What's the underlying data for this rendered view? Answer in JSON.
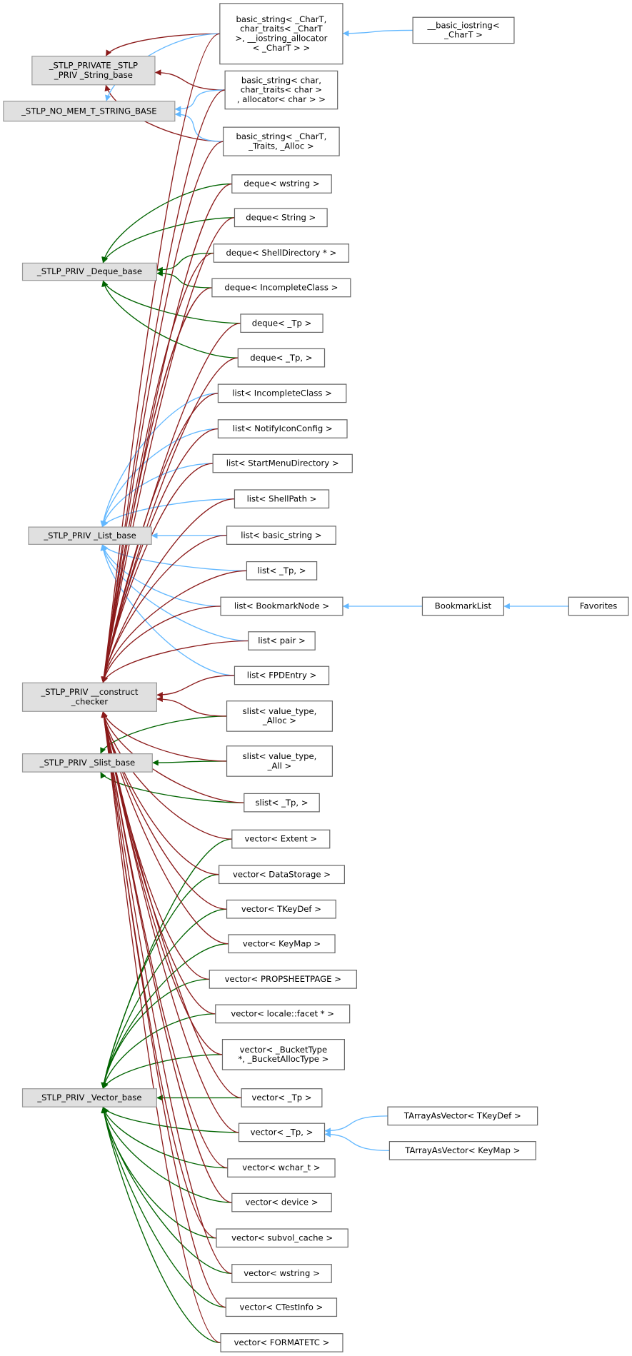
{
  "colors": {
    "public": "#63b8ff",
    "protected": "#006400",
    "private": "#8b1a1a",
    "base_fill": "#e0e0e0",
    "derived_fill": "#ffffff"
  },
  "nodes": [
    {
      "id": "string_base",
      "kind": "base",
      "lines": [
        "_STLP_PRIVATE _STLP",
        "_PRIV _String_base"
      ]
    },
    {
      "id": "nomem",
      "kind": "base",
      "lines": [
        "_STLP_NO_MEM_T_STRING_BASE"
      ]
    },
    {
      "id": "deque_base",
      "kind": "base",
      "lines": [
        "_STLP_PRIV _Deque_base"
      ]
    },
    {
      "id": "list_base",
      "kind": "base",
      "lines": [
        "_STLP_PRIV _List_base"
      ]
    },
    {
      "id": "checker",
      "kind": "base",
      "lines": [
        "_STLP_PRIV __construct",
        "_checker"
      ]
    },
    {
      "id": "slist_base",
      "kind": "base",
      "lines": [
        "_STLP_PRIV _Slist_base"
      ]
    },
    {
      "id": "vector_base",
      "kind": "base",
      "lines": [
        "_STLP_PRIV _Vector_base"
      ]
    },
    {
      "id": "bs1",
      "kind": "derived",
      "lines": [
        "basic_string< _CharT,",
        "char_traits< _CharT",
        ">, __iostring_allocator",
        "< _CharT > >"
      ]
    },
    {
      "id": "iostring",
      "kind": "derived",
      "lines": [
        "__basic_iostring<",
        "_CharT >"
      ]
    },
    {
      "id": "bs2",
      "kind": "derived",
      "lines": [
        "basic_string< char,",
        "char_traits< char >",
        ", allocator< char > >"
      ]
    },
    {
      "id": "bs3",
      "kind": "derived",
      "lines": [
        "basic_string< _CharT,",
        "_Traits, _Alloc >"
      ]
    },
    {
      "id": "dq1",
      "kind": "derived",
      "lines": [
        "deque< wstring >"
      ]
    },
    {
      "id": "dq2",
      "kind": "derived",
      "lines": [
        "deque< String >"
      ]
    },
    {
      "id": "dq3",
      "kind": "derived",
      "lines": [
        "deque< ShellDirectory * >"
      ]
    },
    {
      "id": "dq4",
      "kind": "derived",
      "lines": [
        "deque< IncompleteClass >"
      ]
    },
    {
      "id": "dq5",
      "kind": "derived",
      "lines": [
        "deque< _Tp >"
      ]
    },
    {
      "id": "dq6",
      "kind": "derived",
      "lines": [
        "deque< _Tp, >"
      ]
    },
    {
      "id": "ls1",
      "kind": "derived",
      "lines": [
        "list< IncompleteClass >"
      ]
    },
    {
      "id": "ls2",
      "kind": "derived",
      "lines": [
        "list< NotifyIconConfig >"
      ]
    },
    {
      "id": "ls3",
      "kind": "derived",
      "lines": [
        "list< StartMenuDirectory >"
      ]
    },
    {
      "id": "ls4",
      "kind": "derived",
      "lines": [
        "list< ShellPath >"
      ]
    },
    {
      "id": "ls5",
      "kind": "derived",
      "lines": [
        "list< basic_string >"
      ]
    },
    {
      "id": "ls6",
      "kind": "derived",
      "lines": [
        "list< _Tp, >"
      ]
    },
    {
      "id": "ls7",
      "kind": "derived",
      "lines": [
        "list< BookmarkNode >"
      ]
    },
    {
      "id": "bookmarklist",
      "kind": "derived",
      "lines": [
        "BookmarkList"
      ]
    },
    {
      "id": "favorites",
      "kind": "derived",
      "lines": [
        "Favorites"
      ]
    },
    {
      "id": "ls8",
      "kind": "derived",
      "lines": [
        "list< pair >"
      ]
    },
    {
      "id": "ls9",
      "kind": "derived",
      "lines": [
        "list< FPDEntry >"
      ]
    },
    {
      "id": "sl1",
      "kind": "derived",
      "lines": [
        "slist< value_type,",
        "_Alloc >"
      ]
    },
    {
      "id": "sl2",
      "kind": "derived",
      "lines": [
        "slist< value_type,",
        "_All >"
      ]
    },
    {
      "id": "sl3",
      "kind": "derived",
      "lines": [
        "slist< _Tp, >"
      ]
    },
    {
      "id": "v1",
      "kind": "derived",
      "lines": [
        "vector< Extent >"
      ]
    },
    {
      "id": "v2",
      "kind": "derived",
      "lines": [
        "vector< DataStorage >"
      ]
    },
    {
      "id": "v3",
      "kind": "derived",
      "lines": [
        "vector< TKeyDef >"
      ]
    },
    {
      "id": "v4",
      "kind": "derived",
      "lines": [
        "vector< KeyMap >"
      ]
    },
    {
      "id": "v5",
      "kind": "derived",
      "lines": [
        "vector< PROPSHEETPAGE >"
      ]
    },
    {
      "id": "v6",
      "kind": "derived",
      "lines": [
        "vector< locale::facet * >"
      ]
    },
    {
      "id": "v7",
      "kind": "derived",
      "lines": [
        "vector< _BucketType",
        " *, _BucketAllocType >"
      ]
    },
    {
      "id": "v8",
      "kind": "derived",
      "lines": [
        "vector< _Tp >"
      ]
    },
    {
      "id": "v9",
      "kind": "derived",
      "lines": [
        "vector< _Tp, >"
      ]
    },
    {
      "id": "ta1",
      "kind": "derived",
      "lines": [
        "TArrayAsVector< TKeyDef >"
      ]
    },
    {
      "id": "ta2",
      "kind": "derived",
      "lines": [
        "TArrayAsVector< KeyMap >"
      ]
    },
    {
      "id": "v10",
      "kind": "derived",
      "lines": [
        "vector< wchar_t >"
      ]
    },
    {
      "id": "v11",
      "kind": "derived",
      "lines": [
        "vector< device >"
      ]
    },
    {
      "id": "v12",
      "kind": "derived",
      "lines": [
        "vector< subvol_cache >"
      ]
    },
    {
      "id": "v13",
      "kind": "derived",
      "lines": [
        "vector< wstring >"
      ]
    },
    {
      "id": "v14",
      "kind": "derived",
      "lines": [
        "vector< CTestInfo >"
      ]
    },
    {
      "id": "v15",
      "kind": "derived",
      "lines": [
        "vector< FORMATETC >"
      ]
    }
  ],
  "edges": [
    [
      "bs1",
      "string_base",
      "private"
    ],
    [
      "bs2",
      "string_base",
      "private"
    ],
    [
      "bs3",
      "string_base",
      "private"
    ],
    [
      "bs1",
      "nomem",
      "public"
    ],
    [
      "bs2",
      "nomem",
      "public"
    ],
    [
      "bs3",
      "nomem",
      "public"
    ],
    [
      "iostring",
      "bs1",
      "public"
    ],
    [
      "dq1",
      "deque_base",
      "protected"
    ],
    [
      "dq2",
      "deque_base",
      "protected"
    ],
    [
      "dq3",
      "deque_base",
      "protected"
    ],
    [
      "dq4",
      "deque_base",
      "protected"
    ],
    [
      "dq5",
      "deque_base",
      "protected"
    ],
    [
      "dq6",
      "deque_base",
      "protected"
    ],
    [
      "ls1",
      "list_base",
      "public"
    ],
    [
      "ls2",
      "list_base",
      "public"
    ],
    [
      "ls3",
      "list_base",
      "public"
    ],
    [
      "ls4",
      "list_base",
      "public"
    ],
    [
      "ls5",
      "list_base",
      "public"
    ],
    [
      "ls6",
      "list_base",
      "public"
    ],
    [
      "ls7",
      "list_base",
      "public"
    ],
    [
      "ls8",
      "list_base",
      "public"
    ],
    [
      "ls9",
      "list_base",
      "public"
    ],
    [
      "bookmarklist",
      "ls7",
      "public"
    ],
    [
      "favorites",
      "bookmarklist",
      "public"
    ],
    [
      "sl1",
      "slist_base",
      "protected"
    ],
    [
      "sl2",
      "slist_base",
      "protected"
    ],
    [
      "sl3",
      "slist_base",
      "protected"
    ],
    [
      "v1",
      "vector_base",
      "protected"
    ],
    [
      "v2",
      "vector_base",
      "protected"
    ],
    [
      "v3",
      "vector_base",
      "protected"
    ],
    [
      "v4",
      "vector_base",
      "protected"
    ],
    [
      "v5",
      "vector_base",
      "protected"
    ],
    [
      "v6",
      "vector_base",
      "protected"
    ],
    [
      "v7",
      "vector_base",
      "protected"
    ],
    [
      "v8",
      "vector_base",
      "protected"
    ],
    [
      "v9",
      "vector_base",
      "protected"
    ],
    [
      "v10",
      "vector_base",
      "protected"
    ],
    [
      "v11",
      "vector_base",
      "protected"
    ],
    [
      "v12",
      "vector_base",
      "protected"
    ],
    [
      "v13",
      "vector_base",
      "protected"
    ],
    [
      "v14",
      "vector_base",
      "protected"
    ],
    [
      "v15",
      "vector_base",
      "protected"
    ],
    [
      "ta1",
      "v9",
      "public"
    ],
    [
      "ta2",
      "v9",
      "public"
    ],
    [
      "bs1",
      "checker",
      "private"
    ],
    [
      "bs2",
      "checker",
      "private"
    ],
    [
      "bs3",
      "checker",
      "private"
    ],
    [
      "dq1",
      "checker",
      "private"
    ],
    [
      "dq2",
      "checker",
      "private"
    ],
    [
      "dq3",
      "checker",
      "private"
    ],
    [
      "dq4",
      "checker",
      "private"
    ],
    [
      "dq5",
      "checker",
      "private"
    ],
    [
      "dq6",
      "checker",
      "private"
    ],
    [
      "ls1",
      "checker",
      "private"
    ],
    [
      "ls2",
      "checker",
      "private"
    ],
    [
      "ls3",
      "checker",
      "private"
    ],
    [
      "ls4",
      "checker",
      "private"
    ],
    [
      "ls5",
      "checker",
      "private"
    ],
    [
      "ls6",
      "checker",
      "private"
    ],
    [
      "ls7",
      "checker",
      "private"
    ],
    [
      "ls8",
      "checker",
      "private"
    ],
    [
      "ls9",
      "checker",
      "private"
    ],
    [
      "sl1",
      "checker",
      "private"
    ],
    [
      "sl2",
      "checker",
      "private"
    ],
    [
      "sl3",
      "checker",
      "private"
    ],
    [
      "v1",
      "checker",
      "private"
    ],
    [
      "v2",
      "checker",
      "private"
    ],
    [
      "v3",
      "checker",
      "private"
    ],
    [
      "v4",
      "checker",
      "private"
    ],
    [
      "v5",
      "checker",
      "private"
    ],
    [
      "v6",
      "checker",
      "private"
    ],
    [
      "v7",
      "checker",
      "private"
    ],
    [
      "v8",
      "checker",
      "private"
    ],
    [
      "v9",
      "checker",
      "private"
    ],
    [
      "v10",
      "checker",
      "private"
    ],
    [
      "v11",
      "checker",
      "private"
    ],
    [
      "v12",
      "checker",
      "private"
    ],
    [
      "v13",
      "checker",
      "private"
    ],
    [
      "v14",
      "checker",
      "private"
    ],
    [
      "v15",
      "checker",
      "private"
    ]
  ]
}
